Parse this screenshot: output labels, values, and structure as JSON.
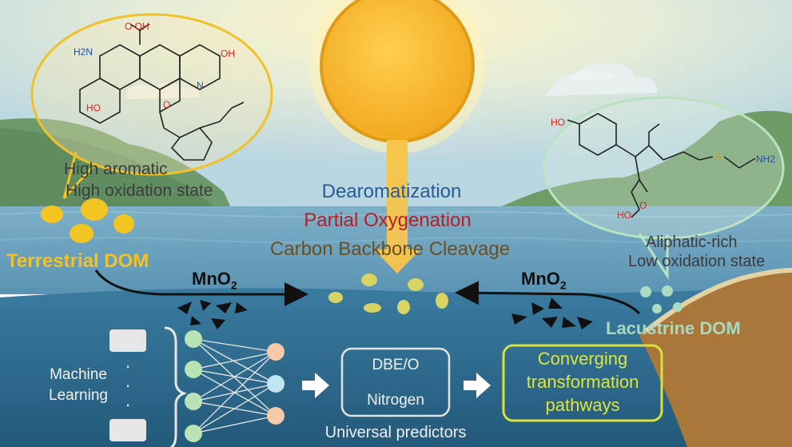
{
  "terrestrial": {
    "label": "Terrestrial DOM",
    "desc_line1": "High aromatic",
    "desc_line2": "High oxidation state",
    "molecule_labels": {
      "acid": "O OH",
      "amine": "H2N",
      "hydroxyl_right": "OH",
      "nitrogen": "N",
      "hydroxyl_left": "HO",
      "ether_o": "O"
    }
  },
  "lacustrine": {
    "label": "Lacustrine DOM",
    "desc_line1": "Aliphatic-rich",
    "desc_line2": "Low oxidation state",
    "molecule_labels": {
      "phenol": "HO",
      "sulfur": "S",
      "amine": "NH2",
      "acid": "HO",
      "carbonyl_o": "O"
    }
  },
  "oxidant_left": {
    "formula": "MnO",
    "subscript": "2"
  },
  "oxidant_right": {
    "formula": "MnO",
    "subscript": "2"
  },
  "processes": {
    "dearomatization": "Dearomatization",
    "partial_oxygenation": "Partial Oxygenation",
    "cleavage": "Carbon Backbone Cleavage"
  },
  "ml": {
    "line1": "Machine",
    "line2": "Learning",
    "dots": "·"
  },
  "predictors": {
    "item1": "DBE/O",
    "item2": "Nitrogen",
    "caption": "Universal predictors"
  },
  "result": {
    "line1": "Converging",
    "line2": "transformation",
    "line3": "pathways"
  },
  "colors": {
    "sky": "#c5dde6",
    "sun": "#f6b72a",
    "water": "#5e96b6",
    "deep_water": "#2e6f93",
    "terrestrial_text": "#f2c224",
    "lacustrine_text": "#a9d8c0",
    "dearomatization_text": "#275c97",
    "oxygenation_text": "#b81e26",
    "cleavage_text": "#6b4f22",
    "result_border": "#d9e23a"
  }
}
